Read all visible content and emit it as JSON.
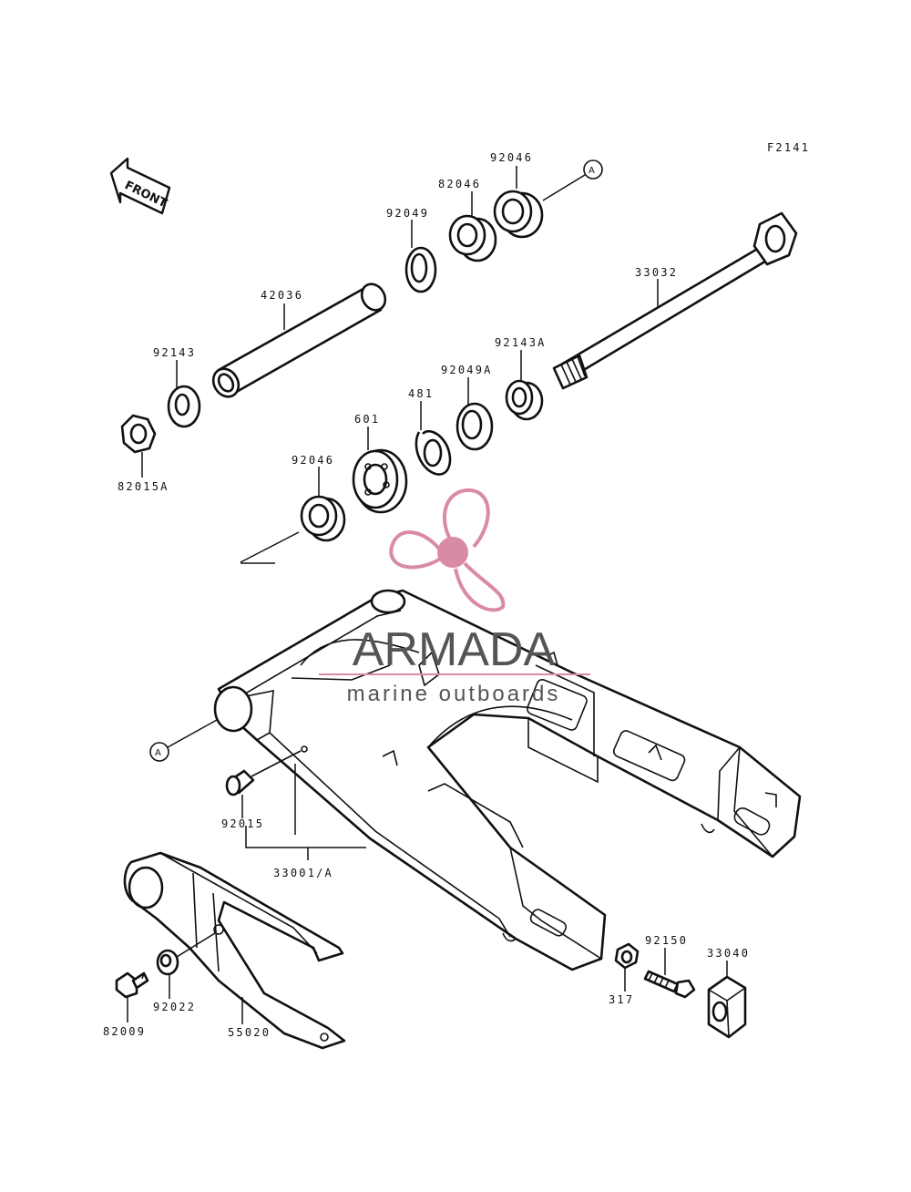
{
  "figure_code": "F2141",
  "front_label": "FRONT",
  "ref_marker": "A",
  "parts": {
    "p92046_top": "92046",
    "p82046": "82046",
    "p92049": "92049",
    "p42036": "42036",
    "p33032": "33032",
    "p92143": "92143",
    "p92143A": "92143A",
    "p92049A": "92049A",
    "p481": "481",
    "p601": "601",
    "p92046_low": "92046",
    "p82015A": "82015A",
    "p92015": "92015",
    "p33001A": "33001/A",
    "p92150": "92150",
    "p33040": "33040",
    "p317": "317",
    "p92022": "92022",
    "p82009": "82009",
    "p55020": "55020"
  },
  "watermark": {
    "brand": "ARMADA",
    "tagline": "marine outboards",
    "color": "#d98aa6"
  }
}
